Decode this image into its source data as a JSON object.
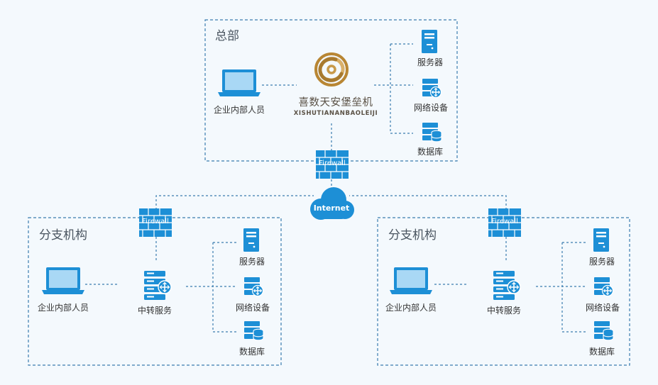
{
  "headquarters": {
    "title": "总部",
    "employee_label": "企业内部人员",
    "brand_name": "喜数天安堡垒机",
    "brand_pinyin": "XISHUTIANANBAOLEIJI",
    "server_label": "服务器",
    "network_label": "网络设备",
    "database_label": "数据库"
  },
  "firewall_label": "Firewall",
  "internet_label": "Internet",
  "branch_left": {
    "title": "分支机构",
    "employee_label": "企业内部人员",
    "relay_label": "中转服务",
    "server_label": "服务器",
    "network_label": "网络设备",
    "database_label": "数据库"
  },
  "branch_right": {
    "title": "分支机构",
    "employee_label": "企业内部人员",
    "relay_label": "中转服务",
    "server_label": "服务器",
    "network_label": "网络设备",
    "database_label": "数据库"
  },
  "colors": {
    "accent": "#1d8fd6",
    "laptop_screen": "#a9d8f5",
    "brand_gold": "#c89a4a",
    "dash": "#3a7db0"
  }
}
